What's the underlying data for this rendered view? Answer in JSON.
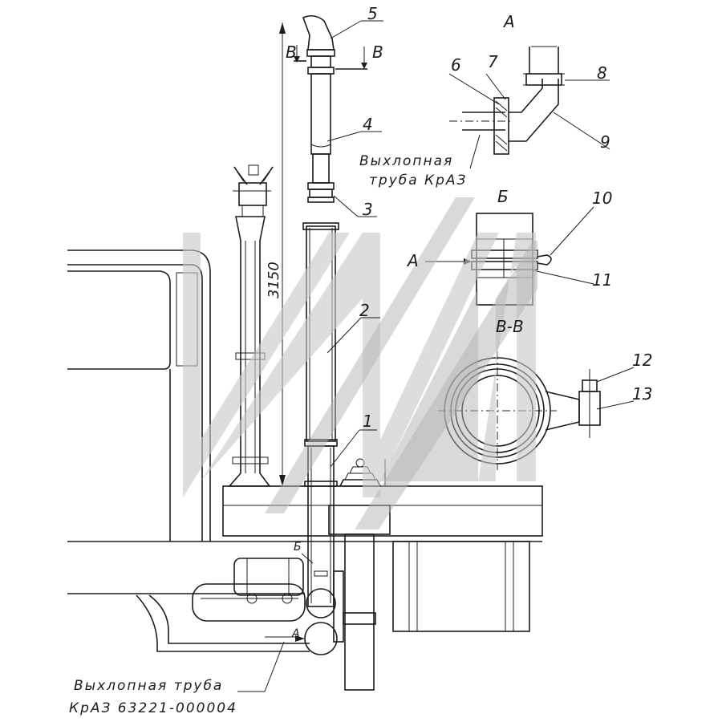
{
  "callouts": {
    "n1": "1",
    "n2": "2",
    "n3": "3",
    "n4": "4",
    "n5": "5",
    "n6": "6",
    "n7": "7",
    "n8": "8",
    "n9": "9",
    "n10": "10",
    "n11": "11",
    "n12": "12",
    "n13": "13"
  },
  "views": {
    "view_a": "А",
    "view_b": "Б",
    "section_bb": "В-В",
    "section_mark_left": "В",
    "section_mark_right": "В",
    "arrow_a": "А",
    "mark_b": "Б",
    "mark_a_bottom": "А"
  },
  "dimension": "3150",
  "captions": {
    "exhaust_kraz_top_line1": "Выхлопная",
    "exhaust_kraz_top_line2": "труба КрАЗ",
    "exhaust_bottom_line1": "Выхлопная  труба",
    "exhaust_bottom_line2": "КрАЗ  63221-000004"
  }
}
